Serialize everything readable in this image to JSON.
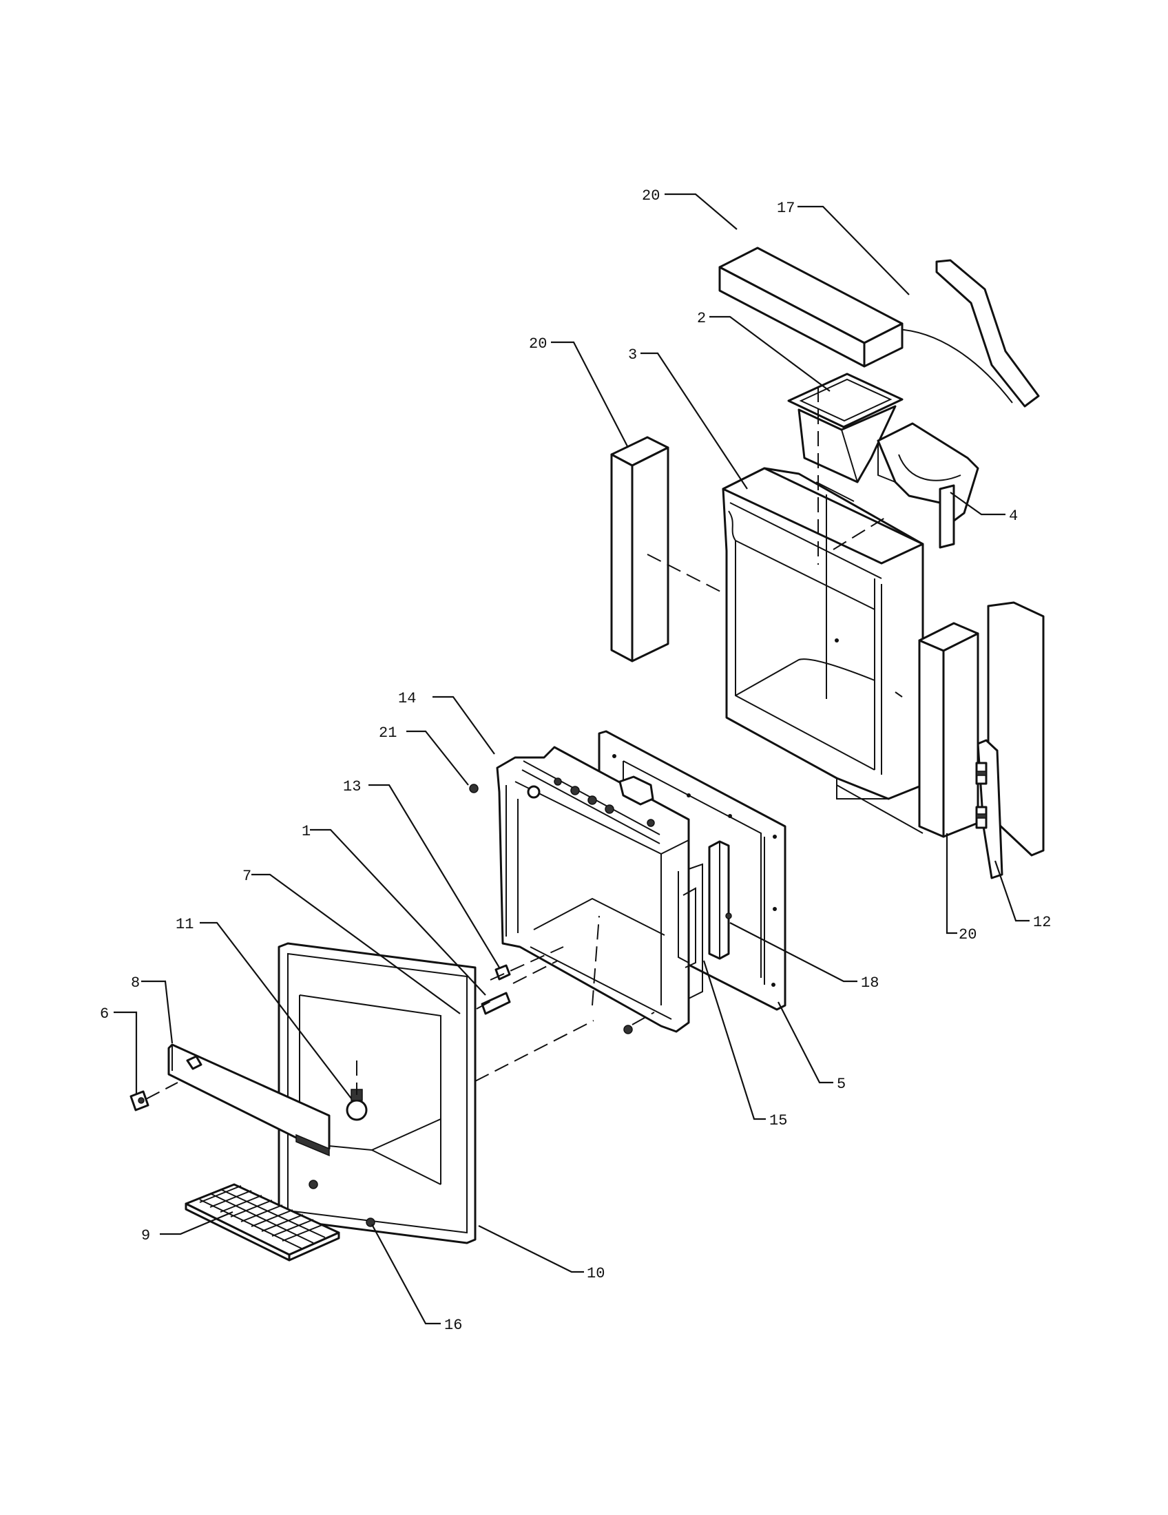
{
  "callouts": [
    "20",
    "17",
    "2",
    "20",
    "3",
    "4",
    "14",
    "21",
    "13",
    "1",
    "7",
    "11",
    "8",
    "6",
    "12",
    "20",
    "18",
    "5",
    "15",
    "9",
    "10",
    "16"
  ]
}
